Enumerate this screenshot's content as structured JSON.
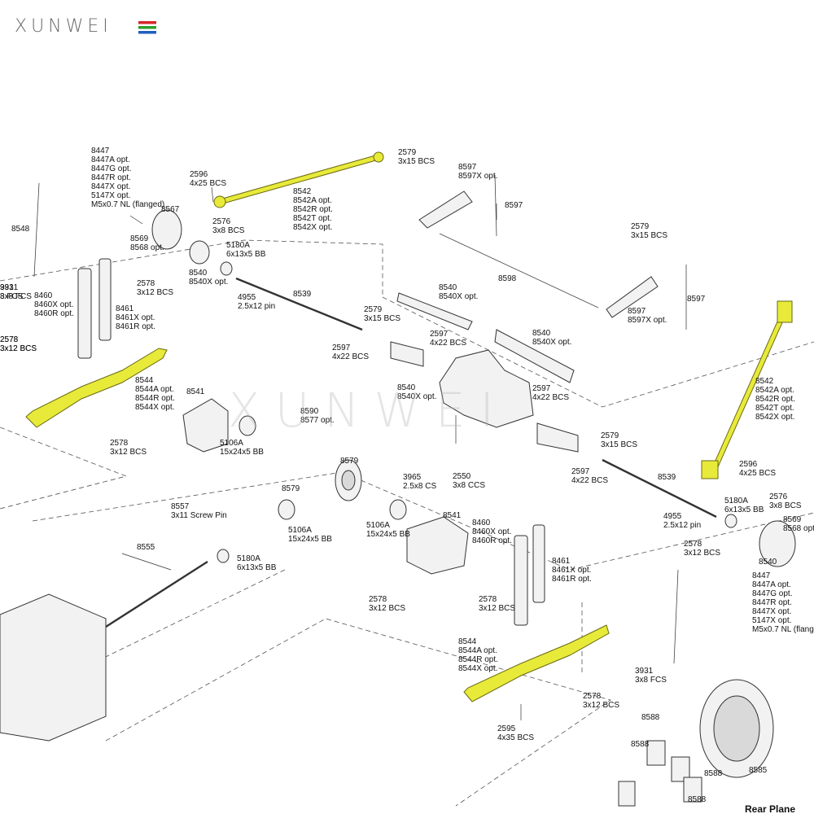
{
  "brand": {
    "name": "XUNWEI",
    "watermark": "XUNWEI",
    "colors": {
      "red": "#d62728",
      "green": "#2ca02c",
      "blue": "#1f5fbf",
      "highlight": "#e8ea3a"
    }
  },
  "labels": [
    {
      "id": "l1",
      "lines": [
        "8447",
        "8447A opt.",
        "8447G opt.",
        "8447R opt.",
        "8447X opt.",
        "5147X opt.",
        "M5x0.7 NL (flanged)"
      ]
    },
    {
      "id": "l2",
      "lines": [
        "2596",
        "4x25 BCS"
      ]
    },
    {
      "id": "l3",
      "lines": [
        "8542",
        "8542A opt.",
        "8542R opt.",
        "8542T opt.",
        "8542X opt."
      ]
    },
    {
      "id": "l4",
      "lines": [
        "2579",
        "3x15 BCS"
      ]
    },
    {
      "id": "l5",
      "lines": [
        "8597",
        "8597X opt."
      ]
    },
    {
      "id": "l6",
      "lines": [
        "8597"
      ]
    },
    {
      "id": "l7",
      "lines": [
        "8548"
      ]
    },
    {
      "id": "l8",
      "lines": [
        "8567"
      ]
    },
    {
      "id": "l9",
      "lines": [
        "2576",
        "3x8 BCS"
      ]
    },
    {
      "id": "l10",
      "lines": [
        "8569",
        "8568 opt."
      ]
    },
    {
      "id": "l11",
      "lines": [
        "5180A",
        "6x13x5 BB"
      ]
    },
    {
      "id": "l12",
      "lines": [
        "8540",
        "8540X opt."
      ]
    },
    {
      "id": "l13",
      "lines": [
        "2578",
        "3x12 BCS"
      ]
    },
    {
      "id": "l14",
      "lines": [
        "4955",
        "2.5x12 pin"
      ]
    },
    {
      "id": "l15",
      "lines": [
        "8539"
      ]
    },
    {
      "id": "l16",
      "lines": [
        "8598"
      ]
    },
    {
      "id": "l17",
      "lines": [
        "2579",
        "3x15 BCS"
      ]
    },
    {
      "id": "l18",
      "lines": [
        "8597",
        "8597X opt."
      ]
    },
    {
      "id": "l19",
      "lines": [
        "8597"
      ]
    },
    {
      "id": "l20",
      "lines": [
        "3931",
        "3x8 FCS"
      ]
    },
    {
      "id": "l21",
      "lines": [
        "8460",
        "8460X opt.",
        "8460R opt."
      ]
    },
    {
      "id": "l22",
      "lines": [
        "8461",
        "8461X opt.",
        "8461R opt."
      ]
    },
    {
      "id": "l23",
      "lines": [
        "2578",
        "3x12 BCS"
      ]
    },
    {
      "id": "l24",
      "lines": [
        "8540",
        "8540X opt."
      ]
    },
    {
      "id": "l25",
      "lines": [
        "2579",
        "3x15 BCS"
      ]
    },
    {
      "id": "l26",
      "lines": [
        "2597",
        "4x22 BCS"
      ]
    },
    {
      "id": "l27",
      "lines": [
        "2597",
        "4x22 BCS"
      ]
    },
    {
      "id": "l28",
      "lines": [
        "8540",
        "8540X opt."
      ]
    },
    {
      "id": "l29",
      "lines": [
        "8540",
        "8540X opt."
      ]
    },
    {
      "id": "l30",
      "lines": [
        "2597",
        "4x22 BCS"
      ]
    },
    {
      "id": "l31",
      "lines": [
        "8544",
        "8544A opt.",
        "8544R opt.",
        "8544X opt."
      ]
    },
    {
      "id": "l32",
      "lines": [
        "8541"
      ]
    },
    {
      "id": "l33",
      "lines": [
        "8590",
        "8577 opt."
      ]
    },
    {
      "id": "l34",
      "lines": [
        "8542",
        "8542A opt.",
        "8542R opt.",
        "8542T opt.",
        "8542X opt."
      ]
    },
    {
      "id": "l35",
      "lines": [
        "2578",
        "3x12 BCS"
      ]
    },
    {
      "id": "l36",
      "lines": [
        "5106A",
        "15x24x5 BB"
      ]
    },
    {
      "id": "l37",
      "lines": [
        "2579",
        "3x15 BCS"
      ]
    },
    {
      "id": "l38",
      "lines": [
        "2550",
        "3x8 CCS"
      ]
    },
    {
      "id": "l39",
      "lines": [
        "2597",
        "4x22 BCS"
      ]
    },
    {
      "id": "l40",
      "lines": [
        "8539"
      ]
    },
    {
      "id": "l41",
      "lines": [
        "2596",
        "4x25 BCS"
      ]
    },
    {
      "id": "l42",
      "lines": [
        "8579"
      ]
    },
    {
      "id": "l43",
      "lines": [
        "3965",
        "2.5x8 CS"
      ]
    },
    {
      "id": "l44",
      "lines": [
        "8579"
      ]
    },
    {
      "id": "l45",
      "lines": [
        "5106A",
        "15x24x5 BB"
      ]
    },
    {
      "id": "l46",
      "lines": [
        "5106A",
        "15x24x5 BB"
      ]
    },
    {
      "id": "l47",
      "lines": [
        "8541"
      ]
    },
    {
      "id": "l48",
      "lines": [
        "5180A",
        "6x13x5 BB"
      ]
    },
    {
      "id": "l49",
      "lines": [
        "2576",
        "3x8 BCS"
      ]
    },
    {
      "id": "l50",
      "lines": [
        "8569",
        "8568 opt."
      ]
    },
    {
      "id": "l51",
      "lines": [
        "8557",
        "3x11 Screw Pin"
      ]
    },
    {
      "id": "l52",
      "lines": [
        "4955",
        "2.5x12 pin"
      ]
    },
    {
      "id": "l53",
      "lines": [
        "8460",
        "8460X opt.",
        "8460R opt."
      ]
    },
    {
      "id": "l54",
      "lines": [
        "2578",
        "3x12 BCS"
      ]
    },
    {
      "id": "l55",
      "lines": [
        "8555"
      ]
    },
    {
      "id": "l56",
      "lines": [
        "5180A",
        "6x13x5 BB"
      ]
    },
    {
      "id": "l57",
      "lines": [
        "8461",
        "8461X opt.",
        "8461R opt."
      ]
    },
    {
      "id": "l58",
      "lines": [
        "8540"
      ]
    },
    {
      "id": "l59",
      "lines": [
        "8447",
        "8447A opt.",
        "8447G opt.",
        "8447R opt.",
        "8447X opt.",
        "5147X opt.",
        "M5x0.7 NL (flang"
      ]
    },
    {
      "id": "l60",
      "lines": [
        "2578",
        "3x12 BCS"
      ]
    },
    {
      "id": "l61",
      "lines": [
        "2578",
        "3x12 BCS"
      ]
    },
    {
      "id": "l62",
      "lines": [
        "8544",
        "8544A opt.",
        "8544R opt.",
        "8544X opt."
      ]
    },
    {
      "id": "l63",
      "lines": [
        "3931",
        "3x8 FCS"
      ]
    },
    {
      "id": "l64",
      "lines": [
        "2578",
        "3x12 BCS"
      ]
    },
    {
      "id": "l65",
      "lines": [
        "8588"
      ]
    },
    {
      "id": "l66",
      "lines": [
        "8588"
      ]
    },
    {
      "id": "l67",
      "lines": [
        "8588"
      ]
    },
    {
      "id": "l68",
      "lines": [
        "8588"
      ]
    },
    {
      "id": "l69",
      "lines": [
        "8585"
      ]
    },
    {
      "id": "l70",
      "lines": [
        "2595",
        "4x35 BCS"
      ]
    },
    {
      "id": "l71",
      "lines": [
        "931",
        "8 FCS"
      ]
    },
    {
      "id": "l72",
      "lines": [
        "2578",
        "3x12 BCS"
      ]
    },
    {
      "id": "l73",
      "lines": [
        "Rear Plane"
      ]
    }
  ]
}
